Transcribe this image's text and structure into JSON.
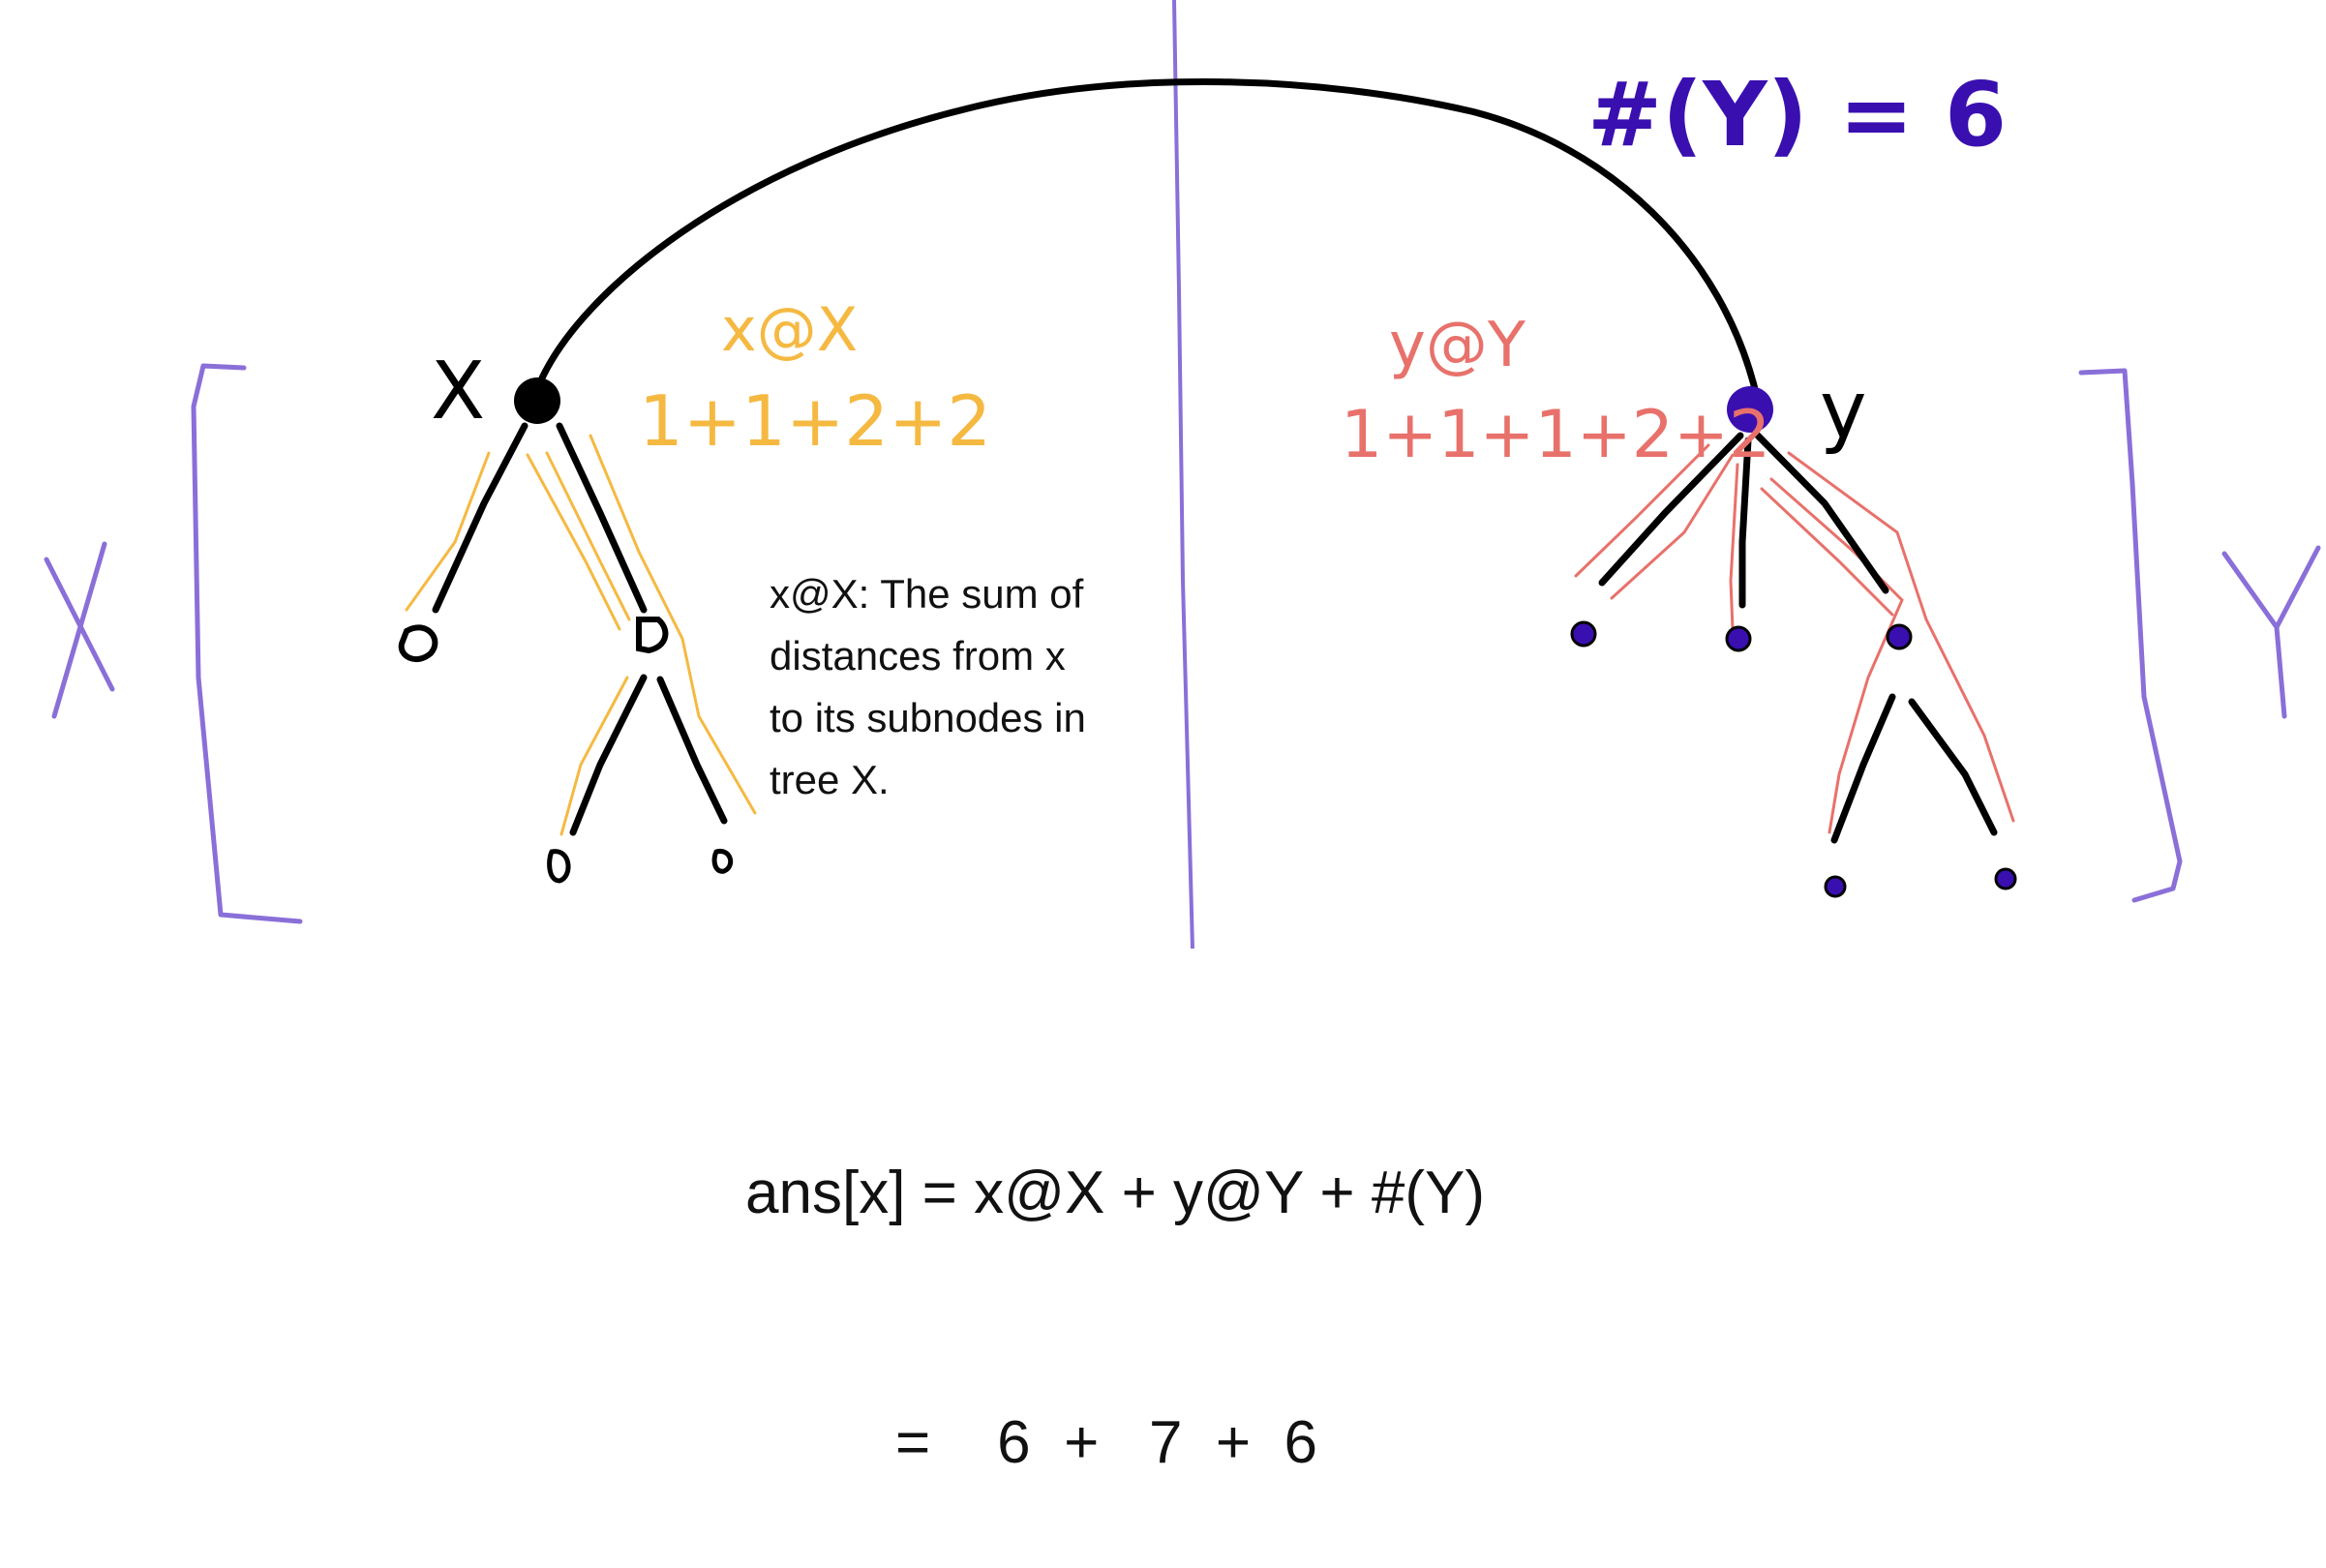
{
  "labels": {
    "tree_x_side": "X",
    "tree_y_side": "Y",
    "node_x": "x",
    "node_y": "y",
    "count_y": "#(Y) = 6",
    "x_at_x": "x@X",
    "x_at_x_sum": "1+1+2+2",
    "y_at_y": "y@Y",
    "y_at_y_sum": "1+1+1+2+2"
  },
  "note": {
    "line1": "x@X: The sum of",
    "line2": "distances from x",
    "line3": "to its subnodes in",
    "line4": "tree X."
  },
  "equation": {
    "line1": "ans[x] = x@X + y@Y + #(Y)",
    "line2": "         =    6  +   7  +  6"
  },
  "colors": {
    "ink": "#000000",
    "purple": "#3a0fb0",
    "lavender": "#8a6fd8",
    "orange": "#f5b942",
    "salmon": "#e8716b"
  }
}
